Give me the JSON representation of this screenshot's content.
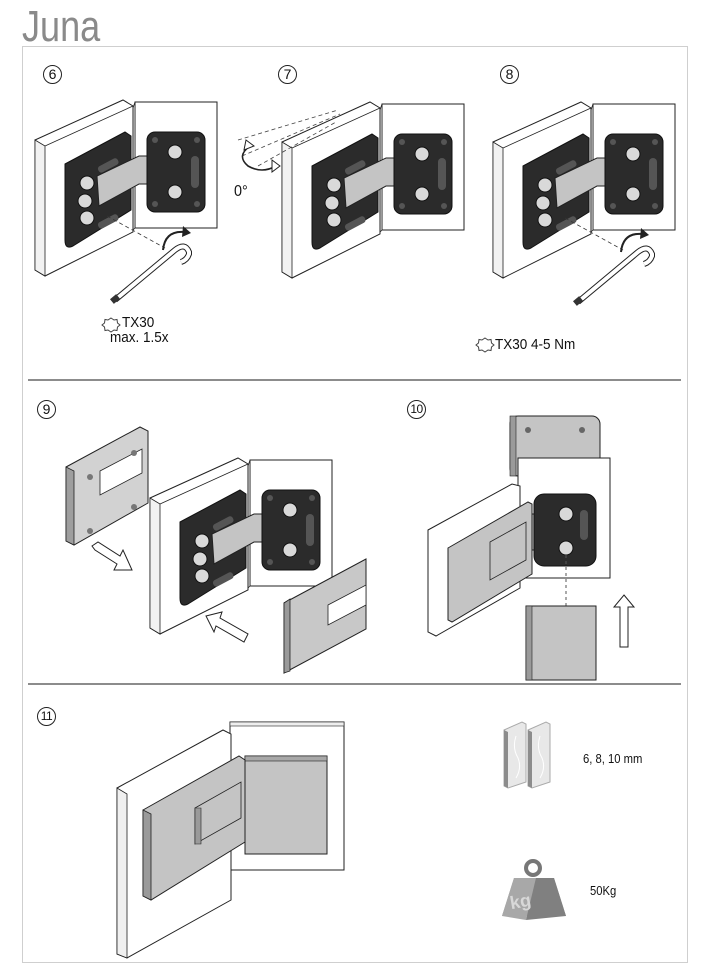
{
  "document": {
    "title": "Juna"
  },
  "steps": [
    {
      "number": "6",
      "label_line1": "TX30",
      "label_line2": "max. 1.5x",
      "icon": "torx-icon"
    },
    {
      "number": "7",
      "angle_label": "0°",
      "icon": "rotate-arrow-icon"
    },
    {
      "number": "8",
      "label": "TX30 4-5 Nm",
      "icon": "torx-icon"
    },
    {
      "number": "9",
      "icon": "push-arrow-icon"
    },
    {
      "number": "10",
      "icon": "up-arrow-icon"
    },
    {
      "number": "11"
    }
  ],
  "specs": {
    "glass_thickness": "6, 8, 10 mm",
    "glass_icon": "glass-panels-icon",
    "max_weight": "50Kg",
    "weight_icon": "kg-weight-icon",
    "weight_glyph": "kg"
  },
  "colors": {
    "plate_dark": "#2b2b2b",
    "metal_grey": "#c4c4c4",
    "outline": "#222222",
    "title_grey": "#8a8a8a"
  }
}
